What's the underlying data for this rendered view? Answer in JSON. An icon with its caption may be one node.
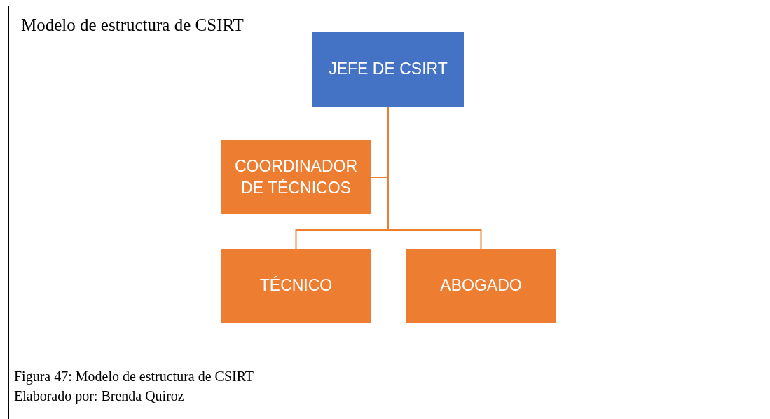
{
  "diagram": {
    "title": "Modelo de estructura de CSIRT",
    "caption": "Figura 47: Modelo de estructura de CSIRT",
    "nodes": [
      {
        "text": [
          "JEFE DE CSIRT"
        ]
      },
      {
        "text": [
          "COORDINADOR DE TÉCNICOS"
        ]
      },
      {
        "text": [
          "TÉCNICO"
        ]
      },
      {
        "text": [
          "ABOGADO"
        ]
      }
    ],
    "edges": [
      {
        "from": 0,
        "to": 1,
        "arrow": "none"
      },
      {
        "from": 0,
        "to": 2,
        "arrow": "none"
      },
      {
        "from": 0,
        "to": 3,
        "arrow": "none"
      }
    ],
    "labels": [
      "Elaborado por: Brenda Quiroz"
    ]
  }
}
